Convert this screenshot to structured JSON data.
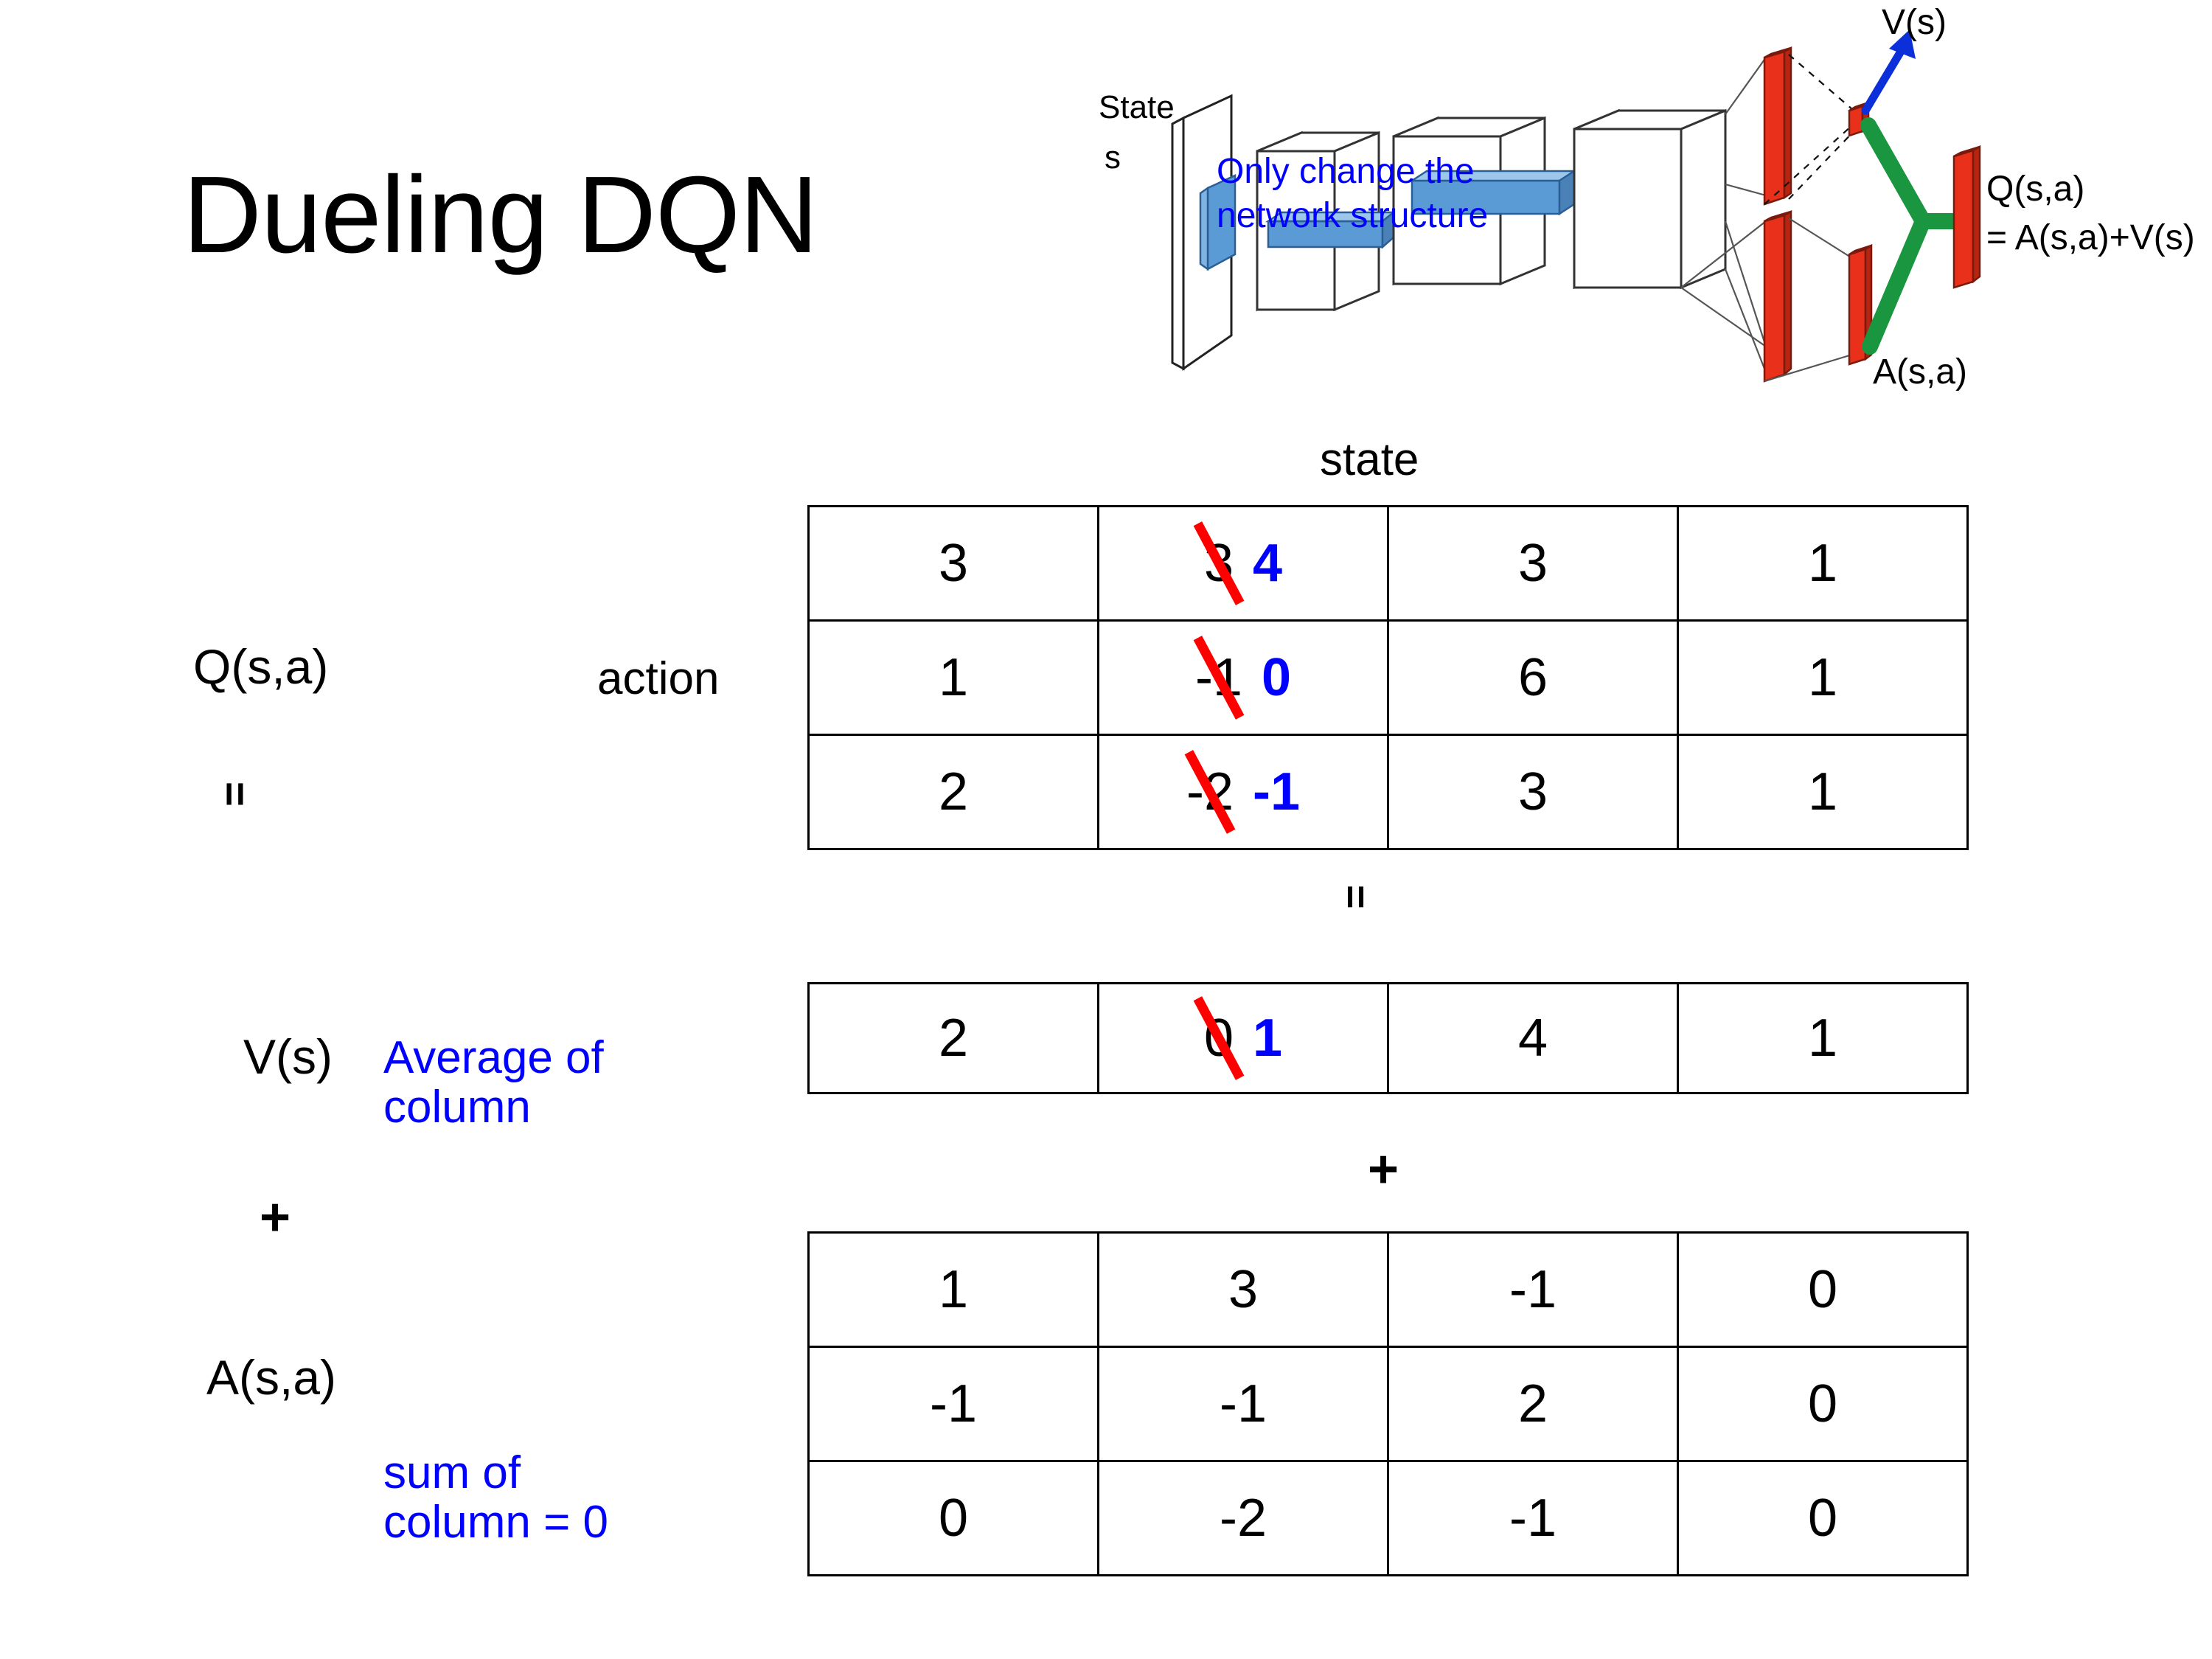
{
  "title": "Dueling DQN",
  "colors": {
    "annotation_blue": "#0000ff",
    "strike_red": "#ff0000",
    "green_link": "#1a9641",
    "red_bar": "#e8301a",
    "blue_block": "#5b9bd5"
  },
  "diagram": {
    "state_label_line1": "State",
    "state_label_line2": "s",
    "note": "Only change the\nnetwork structure",
    "note_line1": "Only change the",
    "note_line2": "network structure",
    "v_label": "V(s)",
    "a_label": "A(s,a)",
    "q_label_line1": "Q(s,a)",
    "q_label_line2": "= A(s,a)+V(s)"
  },
  "labels": {
    "q": "Q(s,a)",
    "v": "V(s)",
    "a": "A(s,a)",
    "equals_left": "=",
    "plus_left": "+",
    "equals_mid": "=",
    "plus_mid": "+",
    "action_axis": "action",
    "state_axis": "state",
    "note_average_line1": "Average of",
    "note_average_line2": "column",
    "note_sum_line1": "sum of",
    "note_sum_line2": "column = 0"
  },
  "chart_data": {
    "type": "table",
    "title": "Dueling DQN decomposition  Q(s,a) = V(s) + A(s,a)",
    "axes": {
      "columns": "state",
      "rows": "action"
    },
    "tables": [
      {
        "name": "Q(s,a)",
        "rows": [
          [
            {
              "value": "3"
            },
            {
              "value": "3",
              "struck": true,
              "replacement": "4"
            },
            {
              "value": "3"
            },
            {
              "value": "1"
            }
          ],
          [
            {
              "value": "1"
            },
            {
              "value": "-1",
              "struck": true,
              "replacement": "0"
            },
            {
              "value": "6"
            },
            {
              "value": "1"
            }
          ],
          [
            {
              "value": "2"
            },
            {
              "value": "-2",
              "struck": true,
              "replacement": "-1"
            },
            {
              "value": "3"
            },
            {
              "value": "1"
            }
          ]
        ]
      },
      {
        "name": "V(s)",
        "rows": [
          [
            {
              "value": "2"
            },
            {
              "value": "0",
              "struck": true,
              "replacement": "1"
            },
            {
              "value": "4"
            },
            {
              "value": "1"
            }
          ]
        ]
      },
      {
        "name": "A(s,a)",
        "rows": [
          [
            {
              "value": "1"
            },
            {
              "value": "3"
            },
            {
              "value": "-1"
            },
            {
              "value": "0"
            }
          ],
          [
            {
              "value": "-1"
            },
            {
              "value": "-1"
            },
            {
              "value": "2"
            },
            {
              "value": "0"
            }
          ],
          [
            {
              "value": "0"
            },
            {
              "value": "-2"
            },
            {
              "value": "-1"
            },
            {
              "value": "0"
            }
          ]
        ]
      }
    ]
  }
}
